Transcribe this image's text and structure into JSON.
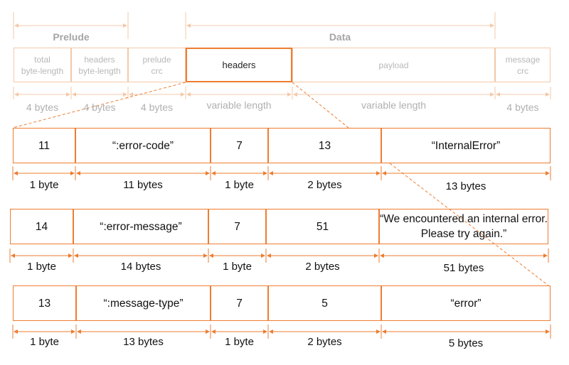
{
  "sections": {
    "prelude": "Prelude",
    "data": "Data"
  },
  "message_fields": [
    {
      "label": "total\nbyte-length",
      "size": "4 bytes"
    },
    {
      "label": "headers\nbyte-length",
      "size": "4 bytes"
    },
    {
      "label": "prelude\ncrc",
      "size": "4 bytes"
    },
    {
      "label": "headers",
      "size": "variable length"
    },
    {
      "label": "payload",
      "size": "variable length"
    },
    {
      "label": "message\ncrc",
      "size": "4 bytes"
    }
  ],
  "header_rows": [
    {
      "cells": [
        "11",
        "“:error-code”",
        "7",
        "13",
        "“InternalError”"
      ],
      "sizes": [
        "1 byte",
        "11 bytes",
        "1 byte",
        "2 bytes",
        "13 bytes"
      ]
    },
    {
      "cells": [
        "14",
        "“:error-message”",
        "7",
        "51",
        "“We encountered an internal error. Please try again.”"
      ],
      "sizes": [
        "1 byte",
        "14 bytes",
        "1 byte",
        "2 bytes",
        "51 bytes"
      ]
    },
    {
      "cells": [
        "13",
        "“:message-type”",
        "7",
        "5",
        "“error”"
      ],
      "sizes": [
        "1 byte",
        "13 bytes",
        "1 byte",
        "2 bytes",
        "5 bytes"
      ]
    }
  ],
  "colors": {
    "accent": "#ed7d31",
    "accent_light": "#f3c9a8",
    "muted_text": "#b0b0b0"
  }
}
